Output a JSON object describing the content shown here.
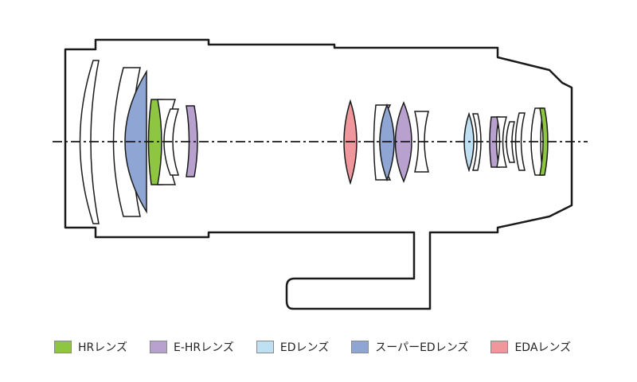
{
  "legend": [
    {
      "label": "HRレンズ",
      "color": "#8ec641"
    },
    {
      "label": "E-HRレンズ",
      "color": "#b9a1cf"
    },
    {
      "label": "EDレンズ",
      "color": "#bfe0f2"
    },
    {
      "label": "スーパーEDレンズ",
      "color": "#8fa6d4"
    },
    {
      "label": "EDAレンズ",
      "color": "#ef979d"
    }
  ],
  "colors": {
    "outline": "#1a1a1a",
    "axis": "#1a1a1a",
    "uncoated": "#ffffff"
  }
}
